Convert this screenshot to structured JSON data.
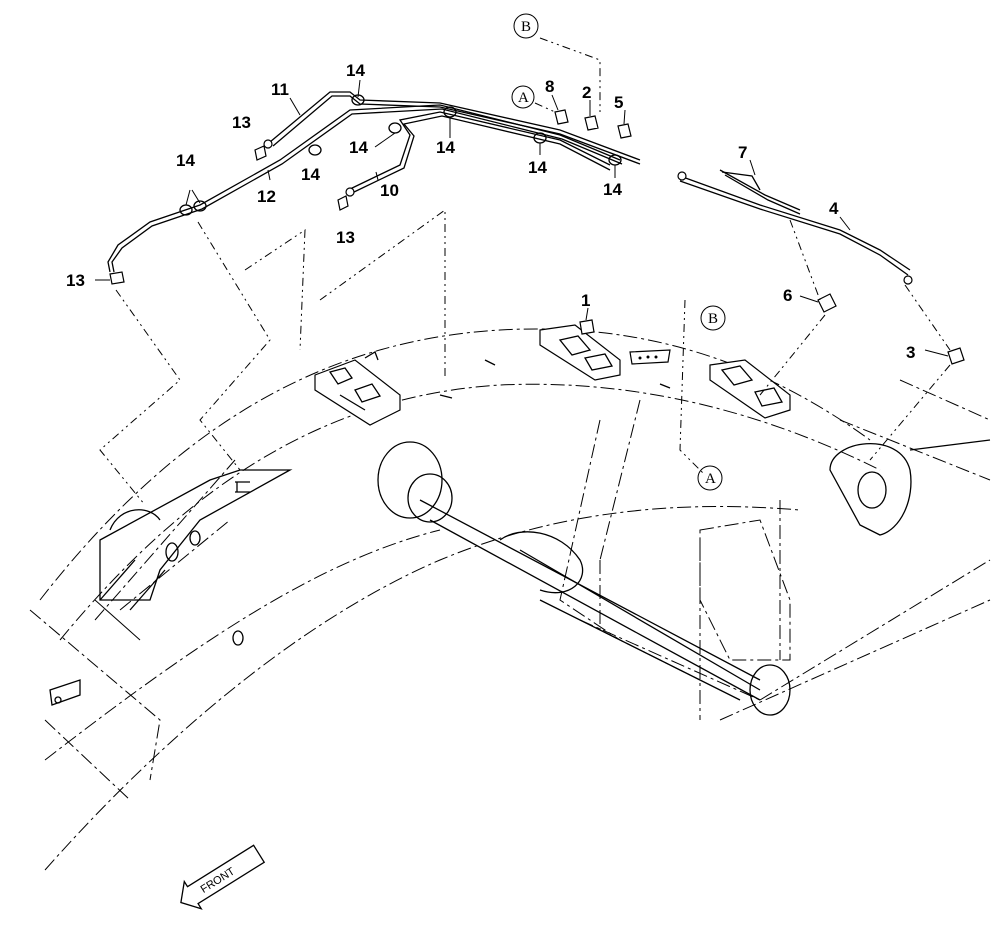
{
  "diagram": {
    "callouts": [
      {
        "id": "c1",
        "label": "1"
      },
      {
        "id": "c2",
        "label": "2"
      },
      {
        "id": "c3",
        "label": "3"
      },
      {
        "id": "c4",
        "label": "4"
      },
      {
        "id": "c5",
        "label": "5"
      },
      {
        "id": "c6",
        "label": "6"
      },
      {
        "id": "c7",
        "label": "7"
      },
      {
        "id": "c8",
        "label": "8"
      },
      {
        "id": "c10",
        "label": "10"
      },
      {
        "id": "c11",
        "label": "11"
      },
      {
        "id": "c12",
        "label": "12"
      },
      {
        "id": "c13a",
        "label": "13"
      },
      {
        "id": "c13b",
        "label": "13"
      },
      {
        "id": "c13c",
        "label": "13"
      },
      {
        "id": "c14a",
        "label": "14"
      },
      {
        "id": "c14b",
        "label": "14"
      },
      {
        "id": "c14c",
        "label": "14"
      },
      {
        "id": "c14d",
        "label": "14"
      },
      {
        "id": "c14e",
        "label": "14"
      },
      {
        "id": "c14f",
        "label": "14"
      },
      {
        "id": "c14g",
        "label": "14"
      }
    ],
    "reference_markers": [
      {
        "id": "mB_top",
        "label": "B"
      },
      {
        "id": "mA_top",
        "label": "A"
      },
      {
        "id": "mB_mid",
        "label": "B"
      },
      {
        "id": "mA_low",
        "label": "A"
      }
    ],
    "front_label": "FRONT"
  }
}
